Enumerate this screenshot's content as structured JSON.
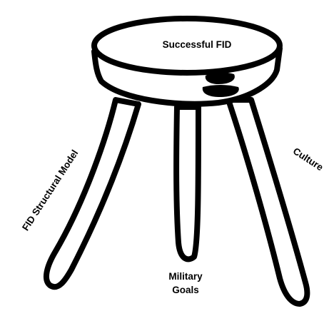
{
  "diagram": {
    "seat_label": "Successful FID",
    "left_leg_label": "FID Structural Model",
    "right_leg_label": "Culture",
    "middle_leg_label": "Military Goals",
    "stroke_color": "#000000",
    "fill_color": "#ffffff"
  }
}
